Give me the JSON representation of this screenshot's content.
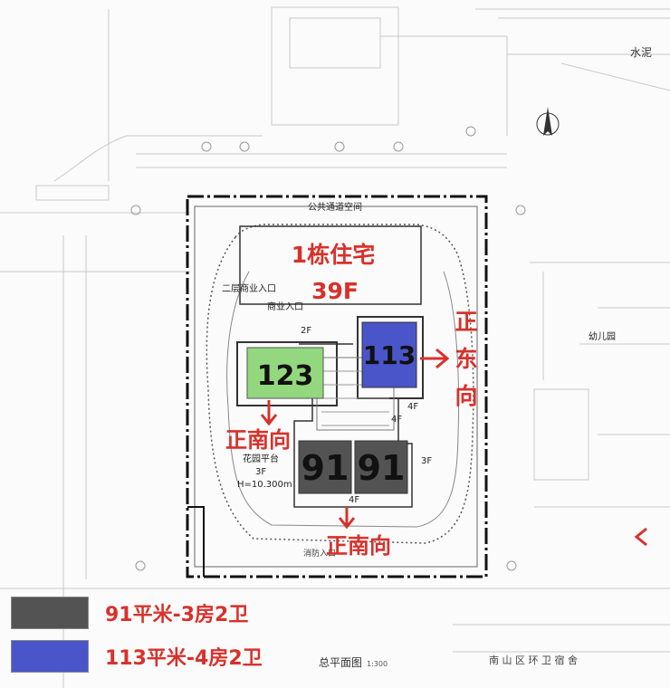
{
  "colors": {
    "unit_91": "#535353",
    "unit_113": "#4a55c9",
    "unit_123": "#93d87e",
    "annotation_red": "#d8312b"
  },
  "top_right_label": "水泥",
  "building": {
    "name": "1栋住宅",
    "floors": "39F"
  },
  "units": {
    "u123": "123",
    "u113": "113",
    "u91a": "91",
    "u91b": "91"
  },
  "orientation": {
    "east": [
      "正",
      "东",
      "向"
    ],
    "south_1": "正南向",
    "south_2": "正南向"
  },
  "plan_labels": {
    "public_passage": "公共通道空间",
    "commercial_2f": "二层商业入口",
    "commercial": "商业入口",
    "floor_2f": "2F",
    "floor_4f_a": "4F",
    "floor_4f_b": "4F",
    "floor_3f": "3F",
    "floor_4f_c": "4F",
    "garden": "花园平台",
    "garden_floor": "3F",
    "garden_height": "H=10.300m",
    "kindergarten": "幼儿园",
    "fire_entrance": "消防入口",
    "plan_title": "总平面图",
    "plan_scale": "1:300",
    "bottom_text": "南 山 区 环 卫 宿 舍"
  },
  "legend": [
    {
      "text": "91平米-3房2卫",
      "color": "#535353"
    },
    {
      "text": "113平米-4房2卫",
      "color": "#4a55c9"
    }
  ]
}
